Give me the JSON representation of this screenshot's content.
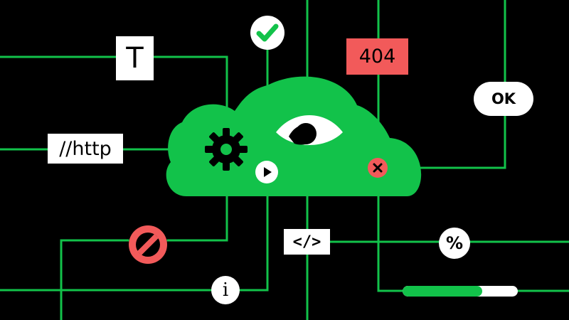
{
  "colors": {
    "background": "#000000",
    "line": "#12c24a",
    "cloud": "#12c24a",
    "chip_white": "#ffffff",
    "alert_red": "#f25a5a"
  },
  "labels": {
    "t_symbol": "T",
    "http": "//http",
    "error_code": "404",
    "ok": "OK",
    "code_tag": "</>",
    "percent": "%",
    "info": "i"
  },
  "icons": {
    "check": "check-icon",
    "gear": "gear-icon",
    "eye": "eye-icon",
    "play": "play-icon",
    "close": "close-icon",
    "prohibited": "prohibited-icon"
  },
  "progress": {
    "fraction": 0.69
  }
}
